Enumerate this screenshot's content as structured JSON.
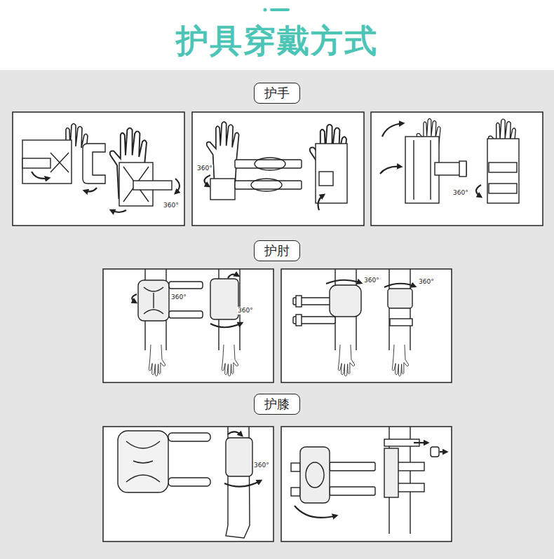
{
  "diagram": {
    "title": "护具穿戴方式",
    "nodes": [
      {
        "text": [
          "护手"
        ]
      },
      {
        "text": [
          "护肘"
        ]
      },
      {
        "text": [
          "护膝"
        ]
      }
    ],
    "labels": [
      "360°",
      "360°",
      "360°",
      "360°",
      "360°",
      "360°",
      "360°",
      "360°"
    ]
  }
}
